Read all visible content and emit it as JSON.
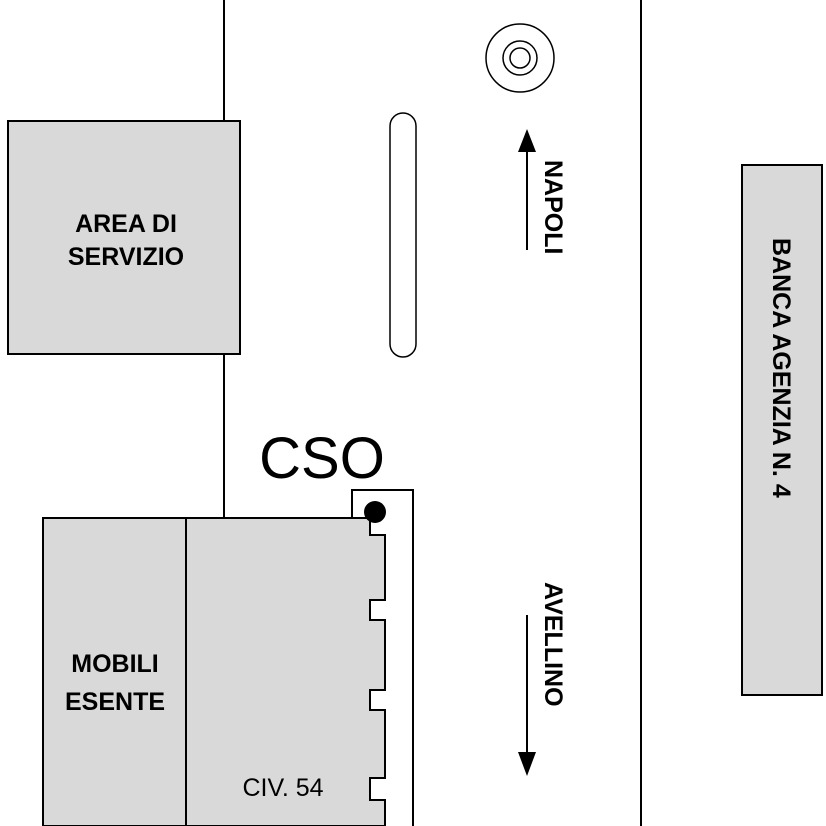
{
  "labels": {
    "service_area_line1": "AREA DI",
    "service_area_line2": "SERVIZIO",
    "furniture_line1": "MOBILI",
    "furniture_line2": "ESENTE",
    "civic_number": "CIV. 54",
    "cso": "CSO",
    "north_direction": "NAPOLI",
    "south_direction": "AVELLINO",
    "bank": "BANCA AGENZIA N. 4"
  },
  "colors": {
    "building_fill": "#d9d9d9",
    "outline": "#000000",
    "background": "#ffffff"
  },
  "icons": {
    "roundabout": "concentric-circles",
    "cso_marker": "filled-dot",
    "north_arrow": "arrow-up",
    "south_arrow": "arrow-down"
  }
}
